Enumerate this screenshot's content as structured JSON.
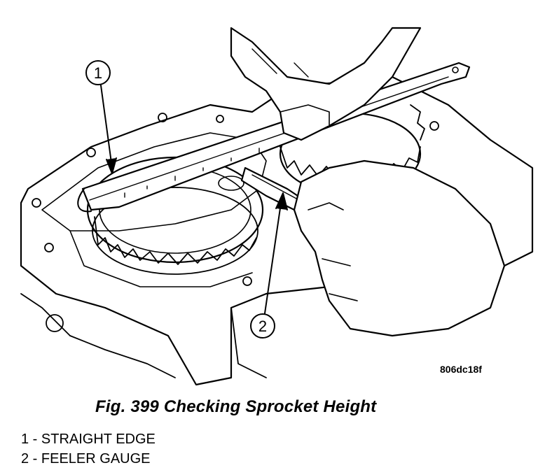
{
  "figure": {
    "code": "806dc18f",
    "callouts": [
      "1",
      "2"
    ],
    "caption": "Fig. 399 Checking Sprocket Height"
  },
  "legend": [
    "1 - STRAIGHT EDGE",
    "2 - FEELER GAUGE"
  ]
}
